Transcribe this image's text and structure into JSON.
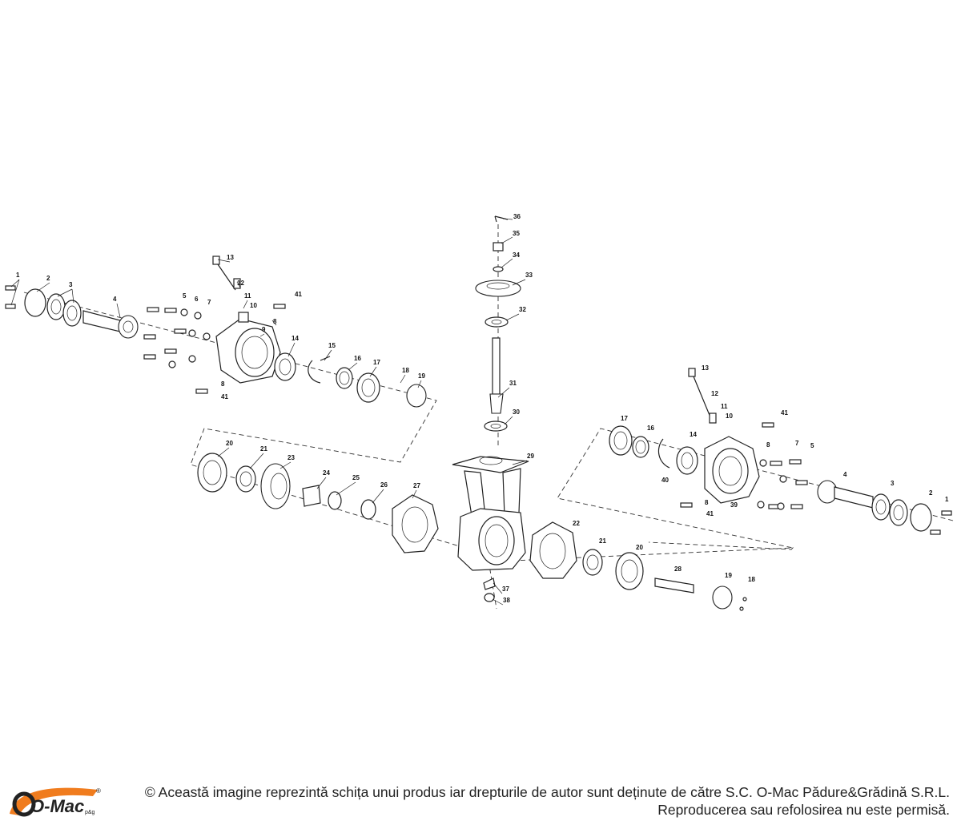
{
  "diagram": {
    "part_numbers": [
      "1",
      "2",
      "3",
      "4",
      "5",
      "6",
      "7",
      "8",
      "9",
      "10",
      "11",
      "12",
      "13",
      "14",
      "15",
      "16",
      "17",
      "18",
      "19",
      "20",
      "21",
      "22",
      "23",
      "24",
      "25",
      "26",
      "27",
      "28",
      "29",
      "30",
      "31",
      "32",
      "33",
      "34",
      "35",
      "36",
      "37",
      "38",
      "39",
      "40",
      "41"
    ]
  },
  "footer": {
    "logo_text": "O-Mac",
    "logo_suffix": "p&g",
    "logo_mark": "®",
    "copyright_line1": "© Această imagine reprezintă schița unui produs iar drepturile de autor sunt deținute de către S.C. O-Mac Pădure&Grădină S.R.L.",
    "copyright_line2": "Reproducerea sau refolosirea nu este permisă."
  },
  "colors": {
    "logo_orange": "#f07c1e",
    "line": "#222222"
  }
}
